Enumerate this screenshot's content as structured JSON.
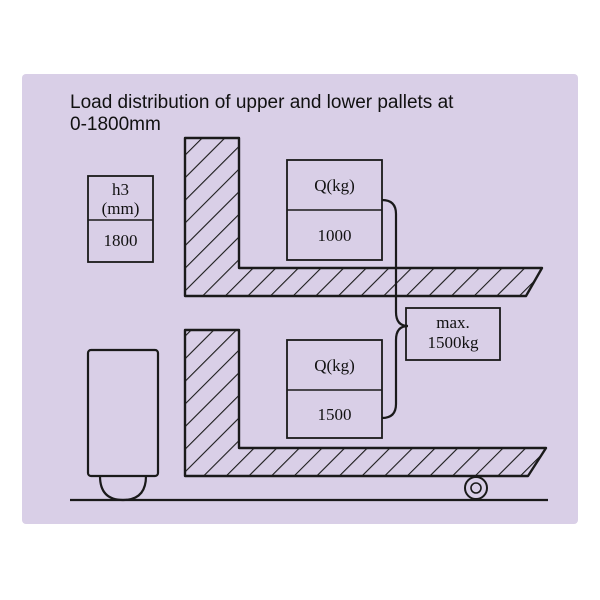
{
  "title": {
    "line1": "Load distribution of upper and lower pallets at",
    "line2": "0-1800mm"
  },
  "h3_table": {
    "header_line1": "h3",
    "header_line2": "(mm)",
    "value": "1800"
  },
  "upper_load": {
    "header": "Q(kg)",
    "value": "1000"
  },
  "lower_load": {
    "header": "Q(kg)",
    "value": "1500"
  },
  "max_box": {
    "line1": "max.",
    "line2": "1500kg"
  },
  "colors": {
    "plate": "#d9cfe7",
    "ink": "#1a1a1a"
  }
}
